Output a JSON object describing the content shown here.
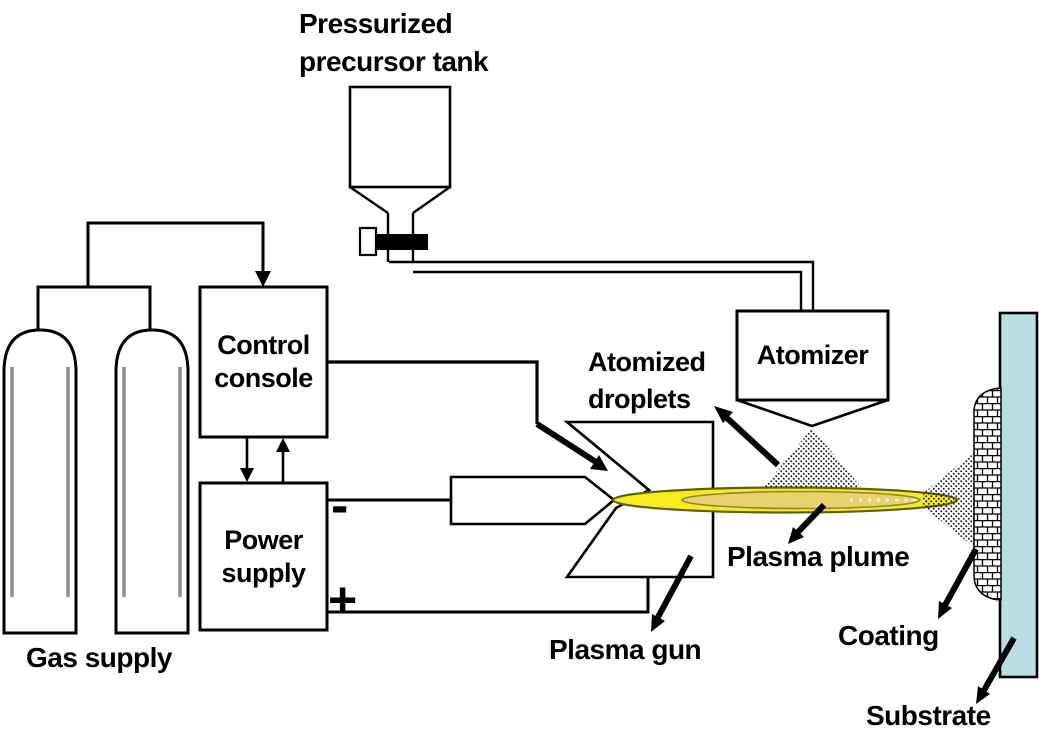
{
  "labels": {
    "pressurized_precursor_tank": "Pressurized precursor tank",
    "gas_supply": "Gas supply",
    "control_console": "Control console",
    "power_supply": "Power supply",
    "terminal_negative": "-",
    "terminal_positive": "+",
    "atomizer": "Atomizer",
    "atomized_droplets": "Atomized droplets",
    "plasma_plume": "Plasma plume",
    "plasma_gun": "Plasma gun",
    "coating": "Coating",
    "substrate": "Substrate"
  },
  "colors": {
    "plume_outer": "#f9ec1c",
    "plume_inner": "#e9d26e",
    "plume_stroke": "#5f5f12",
    "substrate_fill": "#b8dee0",
    "line": "#000000"
  }
}
